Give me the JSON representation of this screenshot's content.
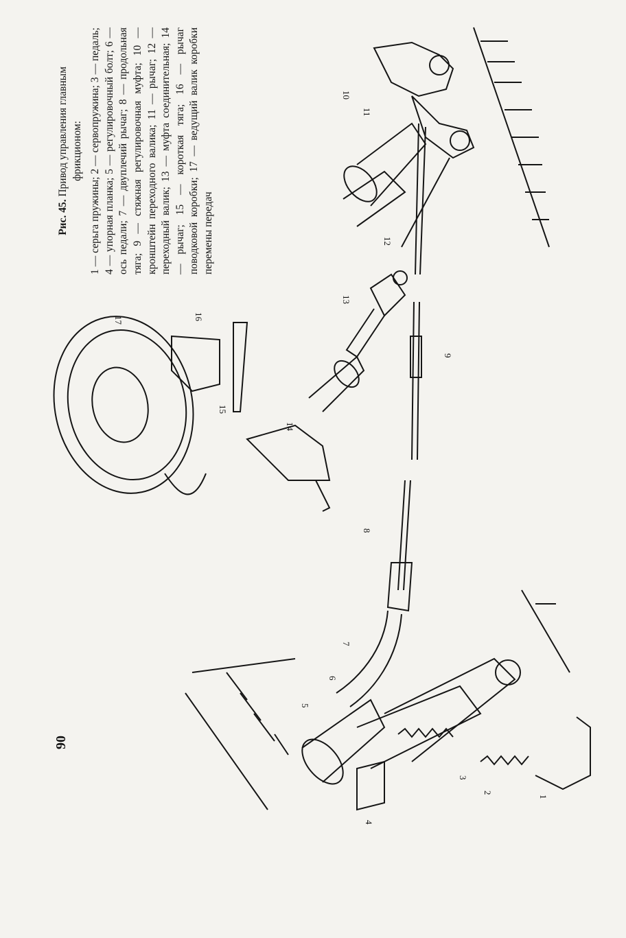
{
  "figure": {
    "number": "Рис. 45.",
    "title": "Привод управления главным фрикционом:",
    "legend": "1 — серьга пружины; 2 — сервопружина; 3 — педаль; 4 — упорная планка; 5 — регулировочный болт; 6 — ось педали; 7 — двуплечий рычаг; 8 — продольная тяга; 9 — стяжная регулировочная муфта; 10 — кронштейн переходного валика; 11 — рычаг; 12 — переходный валик; 13 — муфта соединительная; 14 — рычаг; 15 — короткая тяга; 16 — рычаг поводковой коробки; 17 — ведущий валик коробки перемены передач",
    "callouts": [
      "1",
      "2",
      "3",
      "4",
      "5",
      "6",
      "7",
      "8",
      "9",
      "10",
      "11",
      "12",
      "13",
      "14",
      "15",
      "16",
      "17"
    ]
  },
  "page": {
    "number": "90"
  }
}
